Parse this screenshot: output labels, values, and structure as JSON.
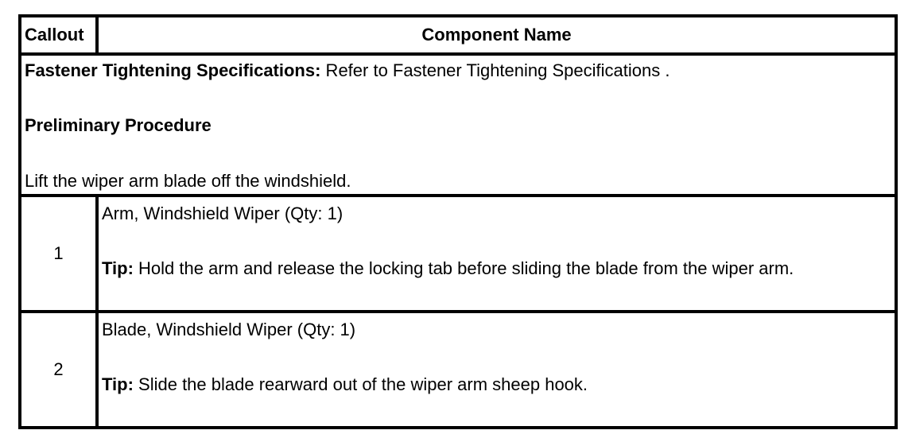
{
  "header": {
    "callout": "Callout",
    "component_name": "Component Name"
  },
  "preliminary": {
    "fastener_label": "Fastener Tightening Specifications:",
    "fastener_text": " Refer to Fastener Tightening Specifications .",
    "procedure_heading": "Preliminary Procedure",
    "procedure_text": "Lift the wiper arm blade off the windshield."
  },
  "rows": [
    {
      "callout": "1",
      "component": "Arm, Windshield Wiper (Qty: 1)",
      "tip_label": "Tip:",
      "tip_text": " Hold the arm and release the locking tab before sliding the blade from the wiper arm."
    },
    {
      "callout": "2",
      "component": "Blade, Windshield Wiper (Qty: 1)",
      "tip_label": "Tip:",
      "tip_text": " Slide the blade rearward out of the wiper arm sheep hook."
    }
  ]
}
